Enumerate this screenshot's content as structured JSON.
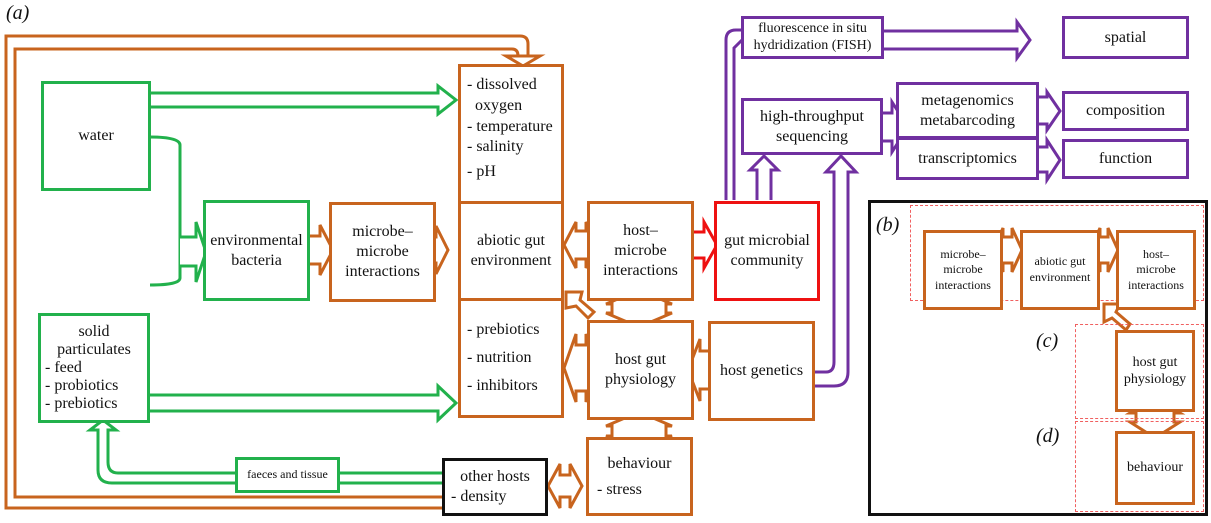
{
  "panel_labels": {
    "a": "(a)",
    "b": "(b)",
    "c": "(c)",
    "d": "(d)"
  },
  "colors": {
    "environment": "#22b14c",
    "host_factors": "#c8641e",
    "methods": "#7030a0",
    "community": "#ee1111",
    "other_hosts": "#111111",
    "inset_dash": "#f06060"
  },
  "nodes": {
    "water": "water",
    "solid_particulates": {
      "title_1": "solid",
      "title_2": "particulates",
      "items": [
        "-  feed",
        "-  probiotics",
        "-  prebiotics"
      ]
    },
    "environmental_bacteria": [
      "environmental",
      "bacteria"
    ],
    "microbe_microbe": [
      "microbe–",
      "microbe",
      "interactions"
    ],
    "abiotic_params": [
      "- dissolved",
      "  oxygen",
      "- temperature",
      "- salinity",
      "- pH"
    ],
    "abiotic_gut": [
      "abiotic gut",
      "environment"
    ],
    "diet_params": [
      "- prebiotics",
      "- nutrition",
      "- inhibitors"
    ],
    "host_microbe": [
      "host–",
      "microbe",
      "interactions"
    ],
    "gut_microbial_community": [
      "gut microbial",
      "community"
    ],
    "host_gut_physiology": [
      "host gut",
      "physiology"
    ],
    "host_genetics": "host genetics",
    "behaviour": {
      "title": "behaviour",
      "item": "- stress"
    },
    "other_hosts": {
      "title": "other hosts",
      "item": "- density"
    },
    "faeces_tissue": "faeces and tissue",
    "fish": [
      "fluorescence in situ",
      "hydridization (FISH)"
    ],
    "hts": [
      "high-throughput",
      "sequencing"
    ],
    "metagenomics": [
      "metagenomics",
      "metabarcoding"
    ],
    "transcriptomics": "transcriptomics",
    "spatial": "spatial",
    "composition": "composition",
    "function": "function"
  },
  "inset": {
    "microbe_microbe": [
      "microbe–",
      "microbe",
      "interactions"
    ],
    "abiotic_gut": [
      "abiotic gut",
      "environment"
    ],
    "host_microbe": [
      "host–",
      "microbe",
      "interactions"
    ],
    "host_gut_physiology": [
      "host gut",
      "physiology"
    ],
    "behaviour": "behaviour"
  }
}
